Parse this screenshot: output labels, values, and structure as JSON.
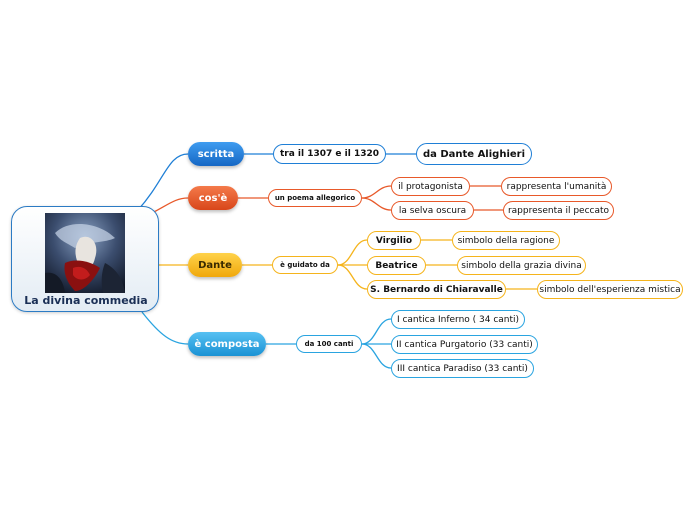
{
  "root": {
    "title": "La divina commedia",
    "image": "dante-painting-image"
  },
  "branches": {
    "scritta": {
      "label": "scritta",
      "color": "#1f7fd6",
      "sub": "tra il 1307 e il 1320",
      "leaf": "da Dante Alighieri"
    },
    "cose": {
      "label": "cos'è",
      "color": "#e8592a",
      "sub": "un poema allegorico",
      "items": [
        {
          "label": "il protagonista",
          "meaning": "rappresenta l'umanità"
        },
        {
          "label": "la selva oscura",
          "meaning": "rappresenta il peccato"
        }
      ]
    },
    "dante": {
      "label": "Dante",
      "color": "#f5b41c",
      "sub": "è guidato da",
      "items": [
        {
          "label": "Virgilio",
          "meaning": "simbolo della ragione"
        },
        {
          "label": "Beatrice",
          "meaning": "simbolo della grazia divina"
        },
        {
          "label": "S. Bernardo di Chiaravalle",
          "meaning": "simbolo dell'esperienza mistica"
        }
      ]
    },
    "composta": {
      "label": "è composta",
      "color": "#2aa4e0",
      "sub": "da 100 canti",
      "items": [
        {
          "label": "I cantica Inferno ( 34 canti)"
        },
        {
          "label": "II cantica Purgatorio (33 canti)"
        },
        {
          "label": "III cantica Paradiso (33 canti)"
        }
      ]
    }
  }
}
